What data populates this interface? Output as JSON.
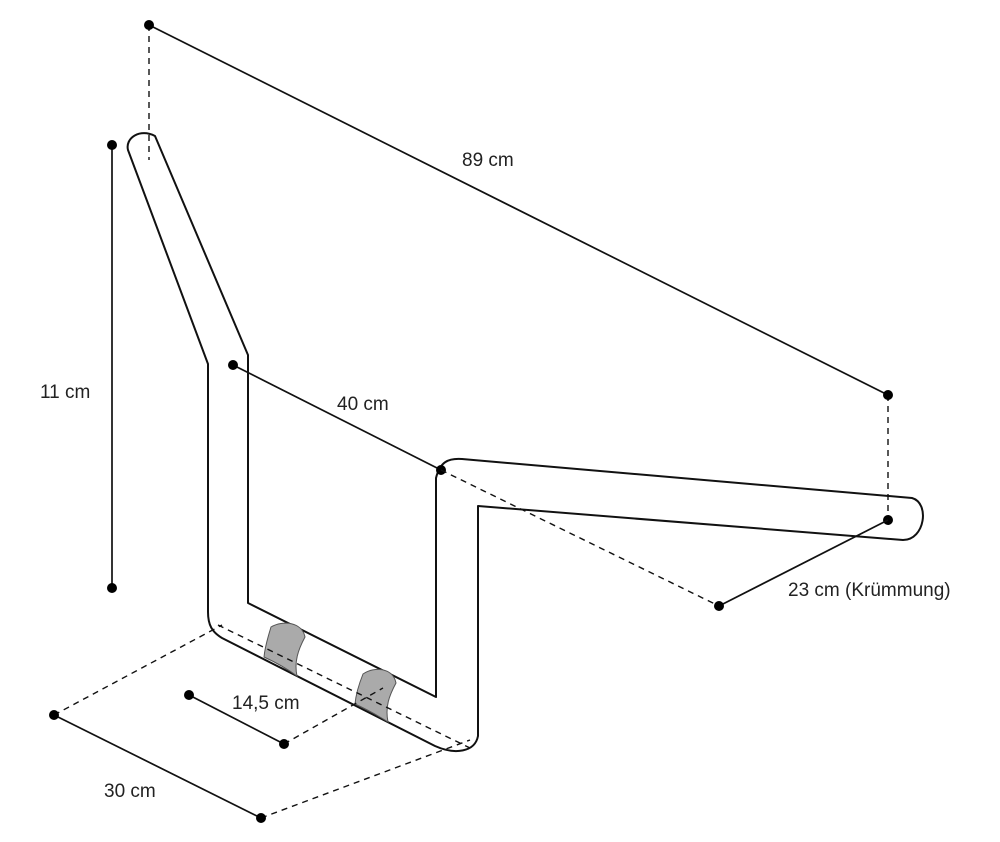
{
  "diagram": {
    "labels": {
      "total_width": "89 cm",
      "rise": "11 cm",
      "riser_spacing": "40 cm",
      "grip_bend": "23 cm (Krümmung)",
      "clamp_width": "14,5 cm",
      "base_width": "30 cm"
    },
    "colors": {
      "line": "#111111",
      "clamp_fill": "#aaaaaa",
      "background": "#ffffff"
    }
  }
}
